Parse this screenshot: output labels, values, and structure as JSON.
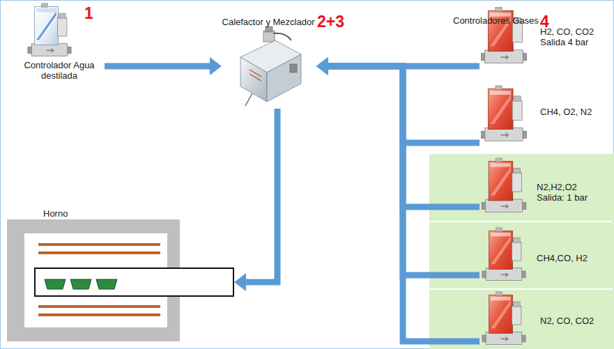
{
  "diagram": {
    "nodes": [
      {
        "text": [
          "Controlador Agua destilada"
        ]
      },
      {
        "text": [
          "Calefactor y Mezclador"
        ]
      },
      {
        "text": [
          "H2, CO, CO2 Salida 4 bar"
        ]
      },
      {
        "text": [
          "CH4, O2, N2"
        ]
      },
      {
        "text": [
          "N2,H2,O2 Salida: 1 bar"
        ]
      },
      {
        "text": [
          "CH4,CO, H2"
        ]
      },
      {
        "text": [
          "N2, CO, CO2"
        ]
      },
      {
        "text": [
          "Horno"
        ]
      }
    ],
    "edges": [
      {
        "from": 0,
        "to": 1,
        "arrow": "to"
      },
      {
        "from": 2,
        "to": 1,
        "arrow": "to"
      },
      {
        "from": 3,
        "to": 1,
        "arrow": "to"
      },
      {
        "from": 4,
        "to": 1,
        "arrow": "to"
      },
      {
        "from": 5,
        "to": 1,
        "arrow": "to"
      },
      {
        "from": 6,
        "to": 1,
        "arrow": "to"
      },
      {
        "from": 1,
        "to": 7,
        "arrow": "to"
      }
    ],
    "labels": [
      "1",
      "2+3",
      "Controladores Gases",
      "4"
    ]
  }
}
